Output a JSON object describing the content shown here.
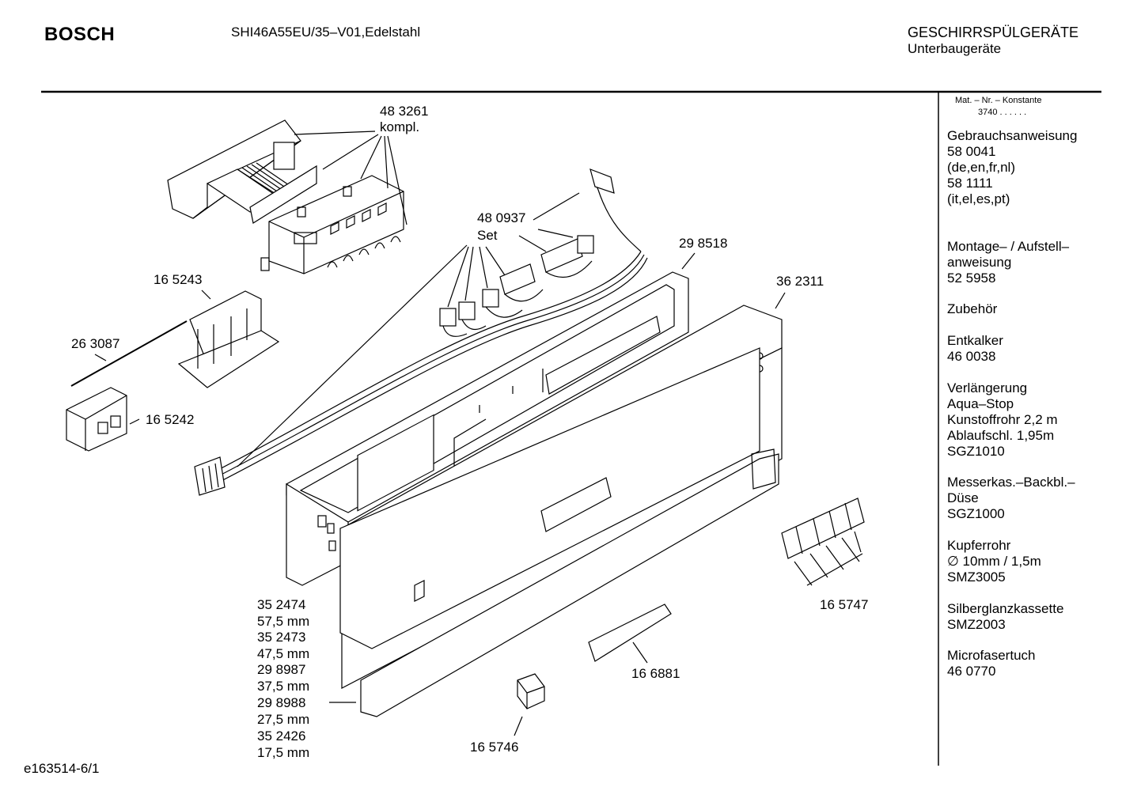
{
  "header": {
    "brand": "BOSCH",
    "model": "SHI46A55EU/35–V01,Edelstahl",
    "category": "GESCHIRRSPÜLGERÄTE",
    "subcategory": "Unterbaugeräte"
  },
  "footer": {
    "drawing_id": "e163514-6/1"
  },
  "sidebar": {
    "mat_label": "Mat. – Nr. – Konstante",
    "mat_value": "3740  .  .   .  .  .  .",
    "entries": [
      {
        "title": "Gebrauchsanweisung",
        "lines": [
          "58 0041",
          "(de,en,fr,nl)",
          "58 1111",
          "(it,el,es,pt)"
        ]
      },
      {
        "title": "Montage– / Aufstell–",
        "lines": [
          "anweisung",
          "52 5958"
        ]
      },
      {
        "title": "Zubehör",
        "lines": []
      },
      {
        "title": "Entkalker",
        "lines": [
          "46 0038"
        ]
      },
      {
        "title": "Verlängerung",
        "lines": [
          "Aqua–Stop",
          "Kunstoffrohr 2,2 m",
          "Ablaufschl. 1,95m",
          "SGZ1010"
        ]
      },
      {
        "title": "Messerkas.–Backbl.–",
        "lines": [
          "Düse",
          "SGZ1000"
        ]
      },
      {
        "title": "Kupferrohr",
        "lines": [
          "∅ 10mm / 1,5m",
          "SMZ3005"
        ]
      },
      {
        "title": "Silberglanzkassette",
        "lines": [
          "SMZ2003"
        ]
      },
      {
        "title": "Microfasertuch",
        "lines": [
          "46 0770"
        ]
      }
    ]
  },
  "parts": {
    "p483261": "48 3261",
    "p483261_note": "kompl.",
    "p480937": "48 0937",
    "p480937_note": "Set",
    "p298518": "29 8518",
    "p362311": "36 2311",
    "p165243": "16 5243",
    "p263087": "26 3087",
    "p165242": "16 5242",
    "p165747": "16 5747",
    "p166881": "16 6881",
    "p165746": "16 5746",
    "variants": [
      "35 2474",
      "57,5 mm",
      "35 2473",
      "47,5 mm",
      "29 8987",
      "37,5 mm",
      "29 8988",
      "27,5 mm",
      "35 2426",
      "17,5 mm"
    ]
  }
}
